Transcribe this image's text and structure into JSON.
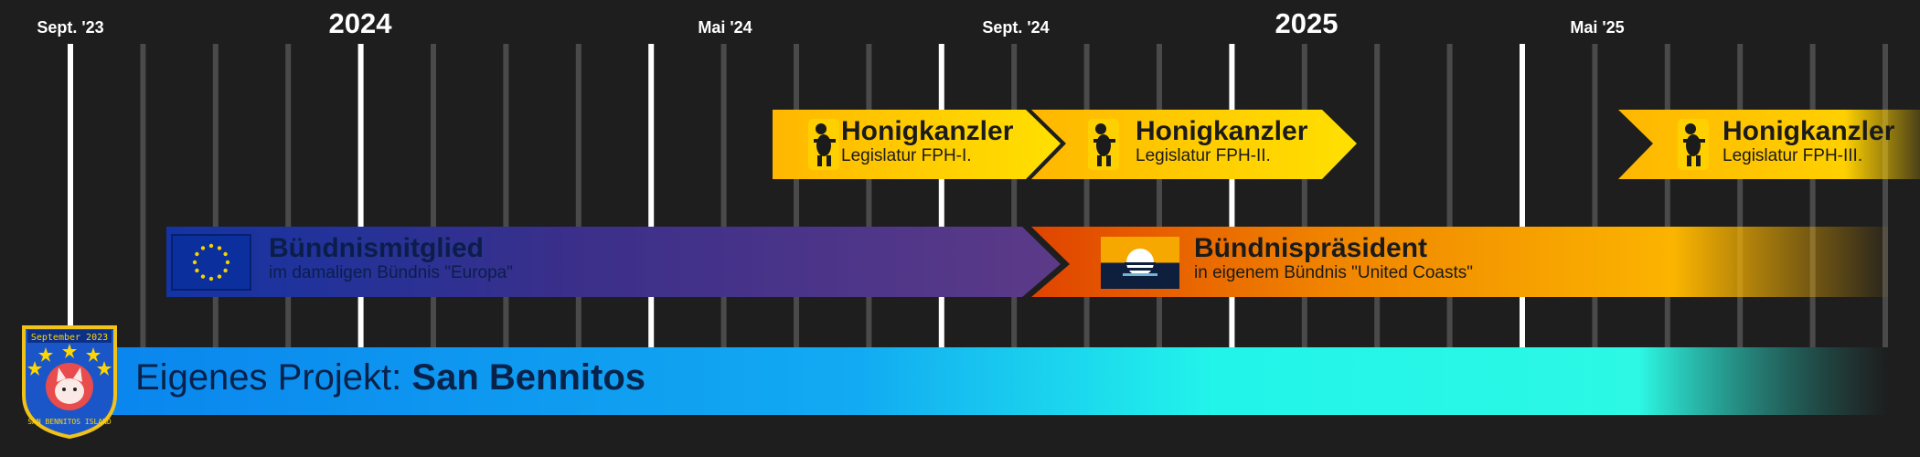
{
  "timeline": {
    "labels": [
      {
        "text": "Sept. '23",
        "size": "small"
      },
      {
        "text": "2024",
        "size": "big"
      },
      {
        "text": "Mai '24",
        "size": "small"
      },
      {
        "text": "Sept. '24",
        "size": "small"
      },
      {
        "text": "2025",
        "size": "big"
      },
      {
        "text": "Mai '25",
        "size": "small"
      }
    ]
  },
  "bars": {
    "honig1": {
      "title": "Honigkanzler",
      "subtitle": "Legislatur FPH-I."
    },
    "honig2": {
      "title": "Honigkanzler",
      "subtitle": "Legislatur FPH-II."
    },
    "honig3": {
      "title": "Honigkanzler",
      "subtitle": "Legislatur FPH-III."
    },
    "member": {
      "title": "Bündnismitglied",
      "subtitle": "im damaligen Bündnis \"Europa\""
    },
    "president": {
      "title": "Bündnispräsident",
      "subtitle": "in eigenem Bündnis \"United Coasts\""
    },
    "project": {
      "prefix": "Eigenes Projekt:",
      "name": "San Bennitos"
    }
  },
  "logo": {
    "top_text": "September 2023",
    "bottom_text": "SAN BENNITOS ISLAND"
  },
  "colors": {
    "background": "#1e1e1e",
    "honey": "#ffc400",
    "europe": "#1434a4",
    "united": "#e65a00",
    "project": "#0a8cf0"
  }
}
